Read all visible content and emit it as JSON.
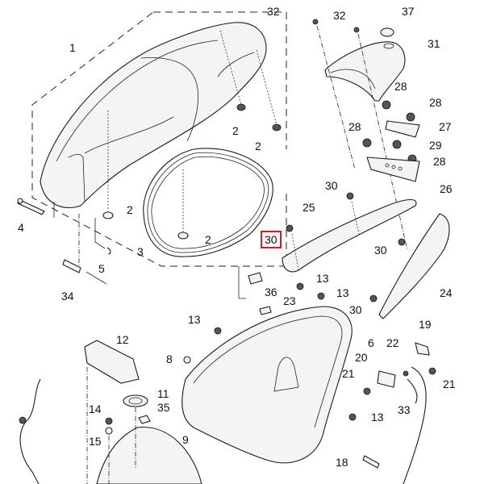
{
  "diagram": {
    "type": "exploded-parts-diagram",
    "highlight_color": "#e8141b",
    "highlighted_callout": "30",
    "callouts": [
      {
        "id": "c1",
        "text": "1"
      },
      {
        "id": "c2a",
        "text": "2"
      },
      {
        "id": "c2b",
        "text": "2"
      },
      {
        "id": "c2c",
        "text": "2"
      },
      {
        "id": "c2d",
        "text": "2"
      },
      {
        "id": "c3",
        "text": "3"
      },
      {
        "id": "c4",
        "text": "4"
      },
      {
        "id": "c5",
        "text": "5"
      },
      {
        "id": "c34",
        "text": "34"
      },
      {
        "id": "c32a",
        "text": "32"
      },
      {
        "id": "c32b",
        "text": "32"
      },
      {
        "id": "c37",
        "text": "37"
      },
      {
        "id": "c31",
        "text": "31"
      },
      {
        "id": "c28a",
        "text": "28"
      },
      {
        "id": "c28b",
        "text": "28"
      },
      {
        "id": "c28c",
        "text": "28"
      },
      {
        "id": "c28d",
        "text": "28"
      },
      {
        "id": "c27",
        "text": "27"
      },
      {
        "id": "c29",
        "text": "29"
      },
      {
        "id": "c26",
        "text": "26"
      },
      {
        "id": "c30a",
        "text": "30"
      },
      {
        "id": "c25",
        "text": "25"
      },
      {
        "id": "c30b",
        "text": "30"
      },
      {
        "id": "c30c",
        "text": "30"
      },
      {
        "id": "c30d",
        "text": "30"
      },
      {
        "id": "c24",
        "text": "24"
      },
      {
        "id": "c36",
        "text": "36"
      },
      {
        "id": "c13a",
        "text": "13"
      },
      {
        "id": "c13b",
        "text": "13"
      },
      {
        "id": "c13c",
        "text": "13"
      },
      {
        "id": "c13d",
        "text": "13"
      },
      {
        "id": "c23",
        "text": "23"
      },
      {
        "id": "c6",
        "text": "6"
      },
      {
        "id": "c12",
        "text": "12"
      },
      {
        "id": "c8",
        "text": "8"
      },
      {
        "id": "c11",
        "text": "11"
      },
      {
        "id": "c35",
        "text": "35"
      },
      {
        "id": "c14",
        "text": "14"
      },
      {
        "id": "c15",
        "text": "15"
      },
      {
        "id": "c9",
        "text": "9"
      },
      {
        "id": "c19",
        "text": "19"
      },
      {
        "id": "c22",
        "text": "22"
      },
      {
        "id": "c20",
        "text": "20"
      },
      {
        "id": "c21a",
        "text": "21"
      },
      {
        "id": "c21b",
        "text": "21"
      },
      {
        "id": "c33",
        "text": "33"
      },
      {
        "id": "c18",
        "text": "18"
      }
    ]
  }
}
